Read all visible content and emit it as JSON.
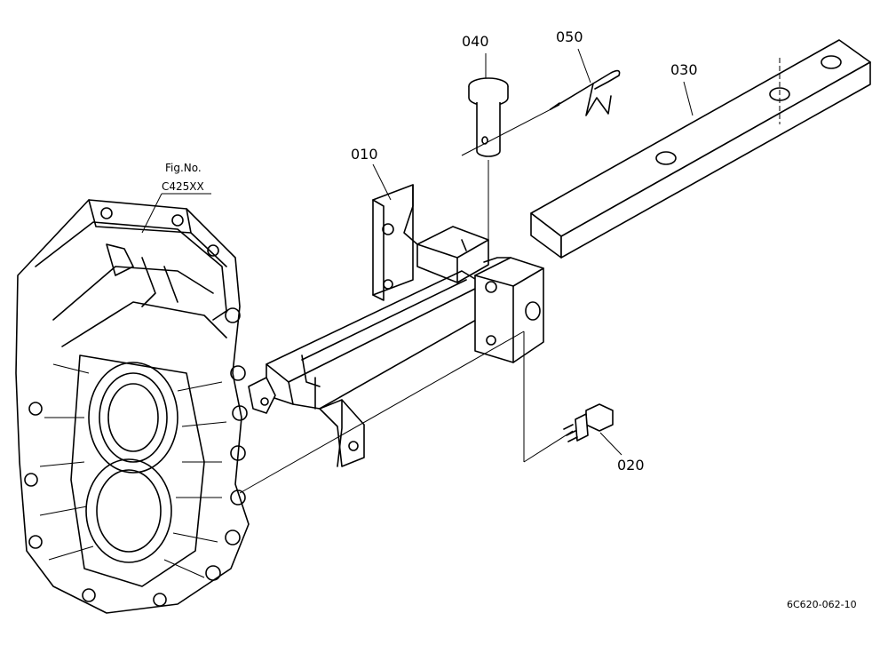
{
  "figure_ref": {
    "line1": "Fig.No.",
    "line2": "C425XX"
  },
  "parts": {
    "p010": "010",
    "p020": "020",
    "p030": "030",
    "p040": "040",
    "p050": "050"
  },
  "drawing_code": "6C620-062-10"
}
